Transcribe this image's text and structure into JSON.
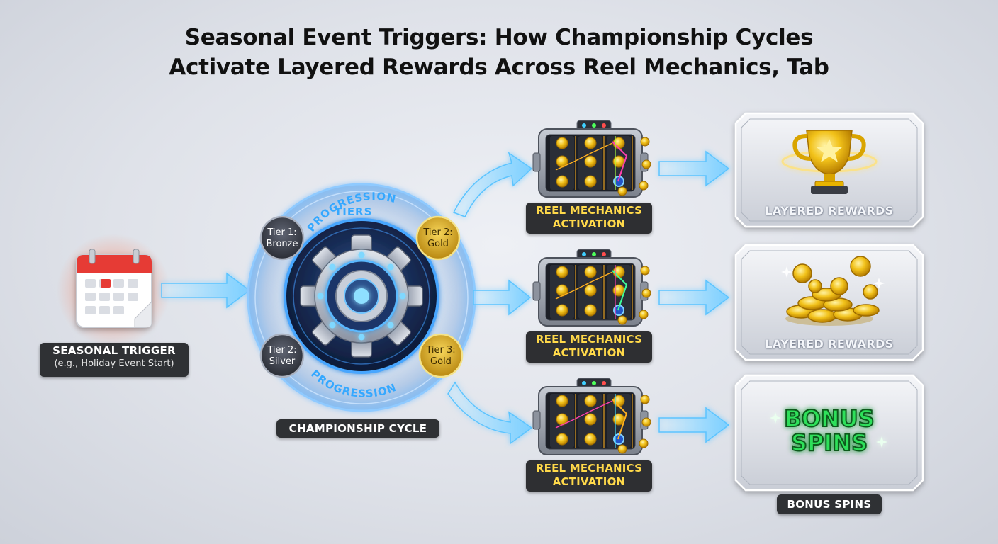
{
  "title": {
    "line1": "Seasonal Event Triggers: How Championship Cycles",
    "line2": "Activate Layered Rewards Across Reel Mechanics, Tab"
  },
  "trigger": {
    "label": "SEASONAL TRIGGER",
    "sublabel": "(e.g., Holiday Event Start)"
  },
  "cycle": {
    "label": "CHAMPIONSHIP CYCLE",
    "ring_top": [
      "PROGRESSION",
      "TIERS"
    ],
    "ring_bottom": "PROGRESSION",
    "tiers": [
      {
        "line1": "Tier 1:",
        "line2": "Bronze"
      },
      {
        "line1": "Tier 2:",
        "line2": "Gold"
      },
      {
        "line1": "Tier 2:",
        "line2": "Silver"
      },
      {
        "line1": "Tier 3:",
        "line2": "Gold"
      }
    ]
  },
  "reels": [
    {
      "line1": "REEL MECHANICS",
      "line2": "ACTIVATION"
    },
    {
      "line1": "REEL MECHANICS",
      "line2": "ACTIVATION"
    },
    {
      "line1": "REEL MECHANICS",
      "line2": "ACTIVATION"
    }
  ],
  "rewards": [
    {
      "label": "LAYERED REWARDS",
      "icon": "trophy-icon"
    },
    {
      "label": "LAYERED REWARDS",
      "icon": "coins-icon"
    },
    {
      "art_line1": "BONUS",
      "art_line2": "SPINS",
      "caption": "BONUS SPINS",
      "icon": "bonus-spins-icon"
    }
  ],
  "colors": {
    "arrow": "#8fd6ff",
    "glow": "#3fb0ff",
    "gold": "#f2c21a",
    "bonus_green": "#33dd55",
    "pill": "#2f3134",
    "reel_label": "#ffd94a"
  }
}
